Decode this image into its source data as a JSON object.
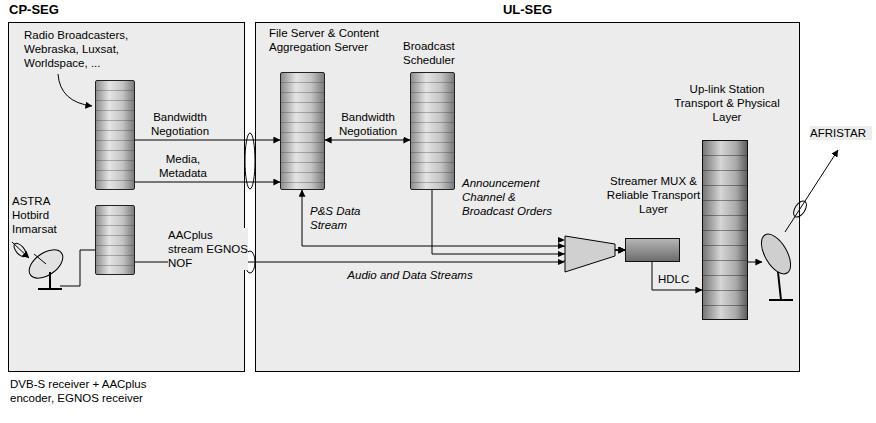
{
  "diagram": {
    "nodes": [
      {
        "text": [
          "CP-SEG"
        ]
      },
      {
        "text": [
          "UL-SEG"
        ]
      },
      {
        "text": [
          "Radio Broadcasters, Webraska, Luxsat, Worldspace, ..."
        ],
        "in": 0
      },
      {
        "text": [
          "DVB-S receiver + AACplus encoder, EGNOS receiver"
        ],
        "in": 0
      },
      {
        "text": [
          "File Server & Content Aggregation Server"
        ],
        "in": 1
      },
      {
        "text": [
          "Broadcast Scheduler"
        ],
        "in": 1
      },
      {
        "text": [
          "Streamer MUX & Reliable Transport Layer"
        ],
        "in": 1
      },
      {
        "text": [
          "Up-link Station Transport & Physical Layer"
        ],
        "in": 1
      }
    ],
    "edges": [
      {
        "from": 2,
        "to": 4,
        "label": "Bandwidth Negotiation",
        "arrow": "to"
      },
      {
        "from": 2,
        "to": 4,
        "label": "Media, Metadata",
        "arrow": "to"
      },
      {
        "from": 3,
        "to": 6,
        "label": "Audio and Data Streams",
        "arrow": "to"
      },
      {
        "from": 4,
        "to": 5,
        "label": "Bandwidth Negotiation",
        "arrow": "both"
      },
      {
        "from": 4,
        "to": 6,
        "label": "P&S Data Stream",
        "arrow": "both"
      },
      {
        "from": 5,
        "to": 6,
        "label": "Announcement Channel & Broadcast Orders",
        "arrow": "to"
      },
      {
        "from": 6,
        "to": 7,
        "label": "HDLC",
        "arrow": "to"
      }
    ],
    "labels": [
      "AACplus stream EGNOS NOF",
      "ASTRA Hotbird Inmarsat",
      "AFRISTAR"
    ]
  }
}
